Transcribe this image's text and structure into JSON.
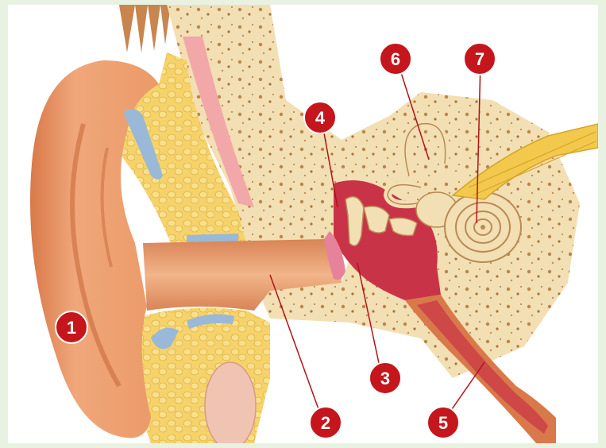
{
  "colors": {
    "page_bg": "#e9f2e1",
    "skin": "#f0a77a",
    "skin_shadow": "#d9794a",
    "fat": "#f6d36a",
    "bone": "#f3dfb4",
    "cartilage": "#9ab8d8",
    "canal": "#e9956a",
    "cavity": "#c93347",
    "nerve": "#f2c94c",
    "marker": "#c4161c",
    "leader": "#b31217"
  },
  "markers": [
    {
      "label": "1"
    },
    {
      "label": "2"
    },
    {
      "label": "3"
    },
    {
      "label": "4"
    },
    {
      "label": "5"
    },
    {
      "label": "6"
    },
    {
      "label": "7"
    }
  ]
}
